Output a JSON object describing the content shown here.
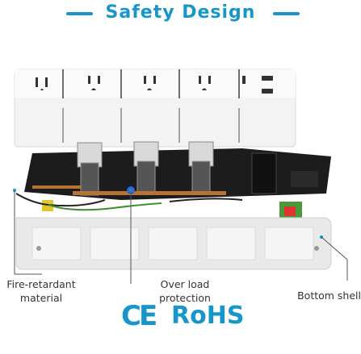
{
  "title": "Safety Design",
  "labels": {
    "fire_retardant": [
      "Fire-retardant",
      "material"
    ],
    "over_load": [
      "Over load",
      "protection"
    ],
    "bottom_shell": "Bottom shell"
  },
  "certifications": {
    "ce": "CE",
    "rohs": "RoHS"
  },
  "colors": {
    "accent": "#1797c9",
    "text": "#333333",
    "shell": "#f2f2f2",
    "pcb": "#1e1e1e"
  }
}
